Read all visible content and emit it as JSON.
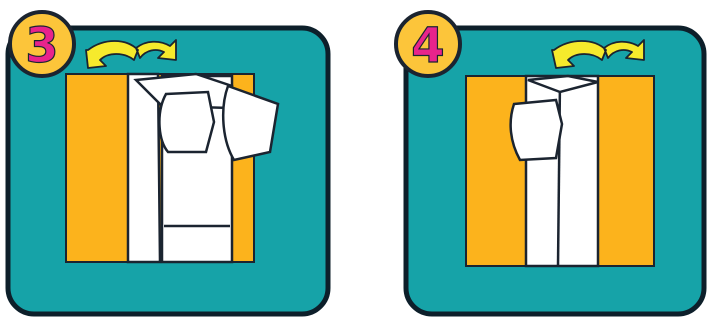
{
  "colors": {
    "background": "#ffffff",
    "panel_fill": "#16a3a8",
    "panel_border": "#0d1f2a",
    "paper_orange": "#fcb31c",
    "paper_white": "#ffffff",
    "outline": "#1b2430",
    "badge_fill": "#fcc53a",
    "badge_border": "#1b2430",
    "badge_number": "#e8238c",
    "arrow_fill": "#f6ea2c"
  },
  "steps": [
    {
      "number": "3",
      "arrow_icon": "fold-over-arrow-icon",
      "illustration": "folding-step-3-illustration"
    },
    {
      "number": "4",
      "arrow_icon": "fold-over-arrow-icon",
      "illustration": "folding-step-4-illustration"
    }
  ]
}
